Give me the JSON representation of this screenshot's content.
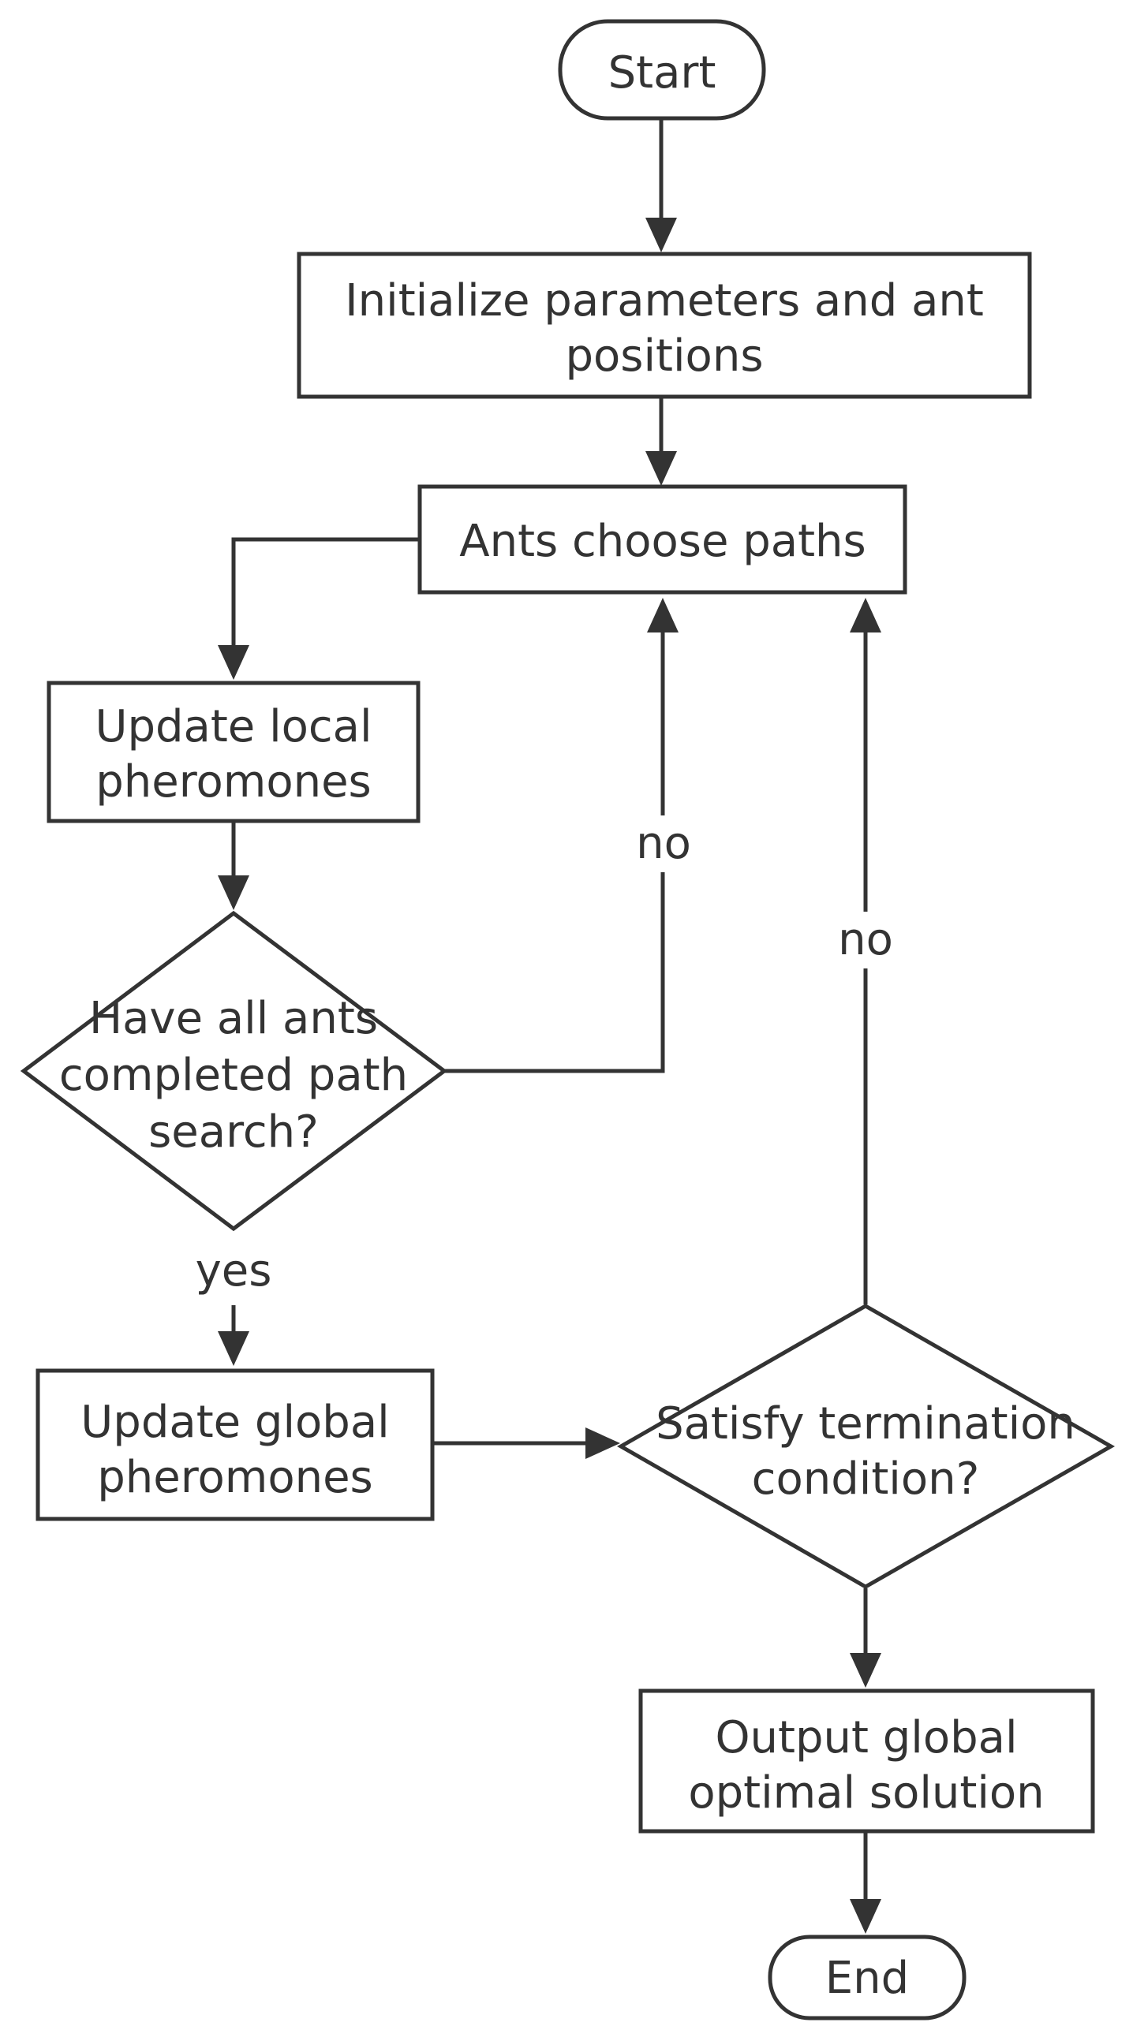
{
  "nodes": {
    "start": "Start",
    "init_line1": "Initialize parameters and ant",
    "init_line2": "positions",
    "choose": "Ants choose paths",
    "local_line1": "Update local",
    "local_line2": "pheromones",
    "check_line1": "Have all ants",
    "check_line2": "completed path",
    "check_line3": "search?",
    "global_line1": "Update global",
    "global_line2": "pheromones",
    "term_line1": "Satisfy termination",
    "term_line2": "condition?",
    "output_line1": "Output global",
    "output_line2": "optimal solution",
    "end": "End"
  },
  "edge_labels": {
    "check_no": "no",
    "check_yes": "yes",
    "term_no": "no"
  },
  "colors": {
    "stroke": "#333333",
    "text": "#333333",
    "background": "#ffffff"
  }
}
